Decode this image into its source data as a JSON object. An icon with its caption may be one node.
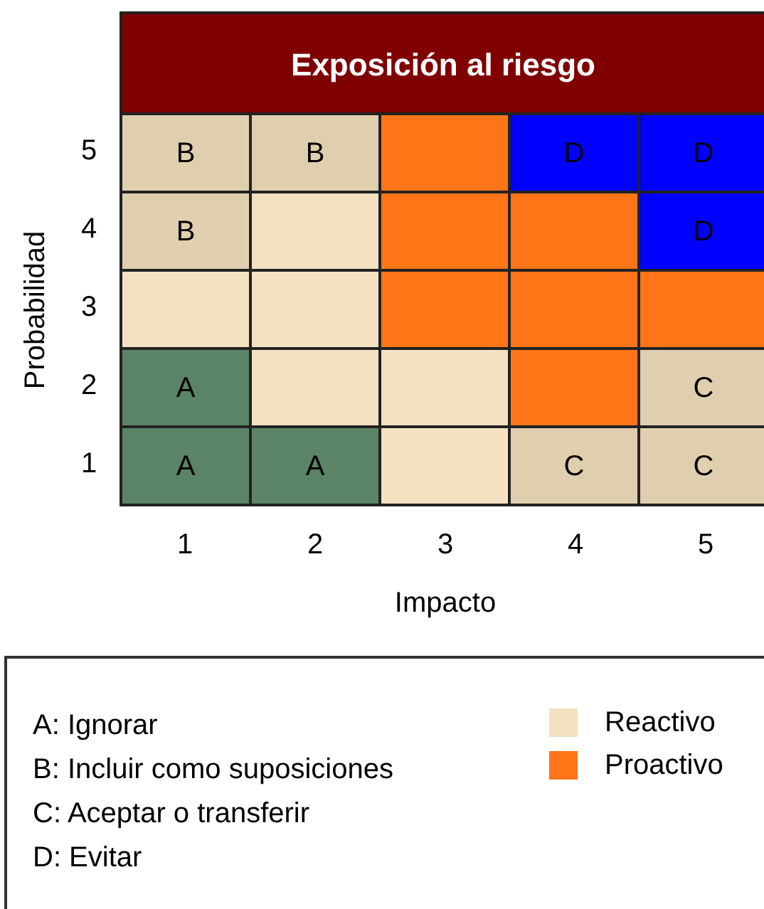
{
  "diagram": {
    "title": "Exposición al riesgo",
    "nodes": [
      {
        "text": [
          "B"
        ]
      },
      {
        "text": [
          "B"
        ]
      },
      {
        "text": [],
        "shape": "box"
      },
      {
        "text": [
          "D"
        ]
      },
      {
        "text": [
          "D"
        ]
      },
      {
        "text": [
          "B"
        ]
      },
      {
        "text": [],
        "shape": "box"
      },
      {
        "text": [],
        "shape": "box"
      },
      {
        "text": [],
        "shape": "box"
      },
      {
        "text": [
          "D"
        ]
      },
      {
        "text": [],
        "shape": "box"
      },
      {
        "text": [],
        "shape": "box"
      },
      {
        "text": [],
        "shape": "box"
      },
      {
        "text": [],
        "shape": "box"
      },
      {
        "text": [],
        "shape": "box"
      },
      {
        "text": [
          "A"
        ]
      },
      {
        "text": [],
        "shape": "box"
      },
      {
        "text": [],
        "shape": "box"
      },
      {
        "text": [],
        "shape": "box"
      },
      {
        "text": [
          "C"
        ]
      },
      {
        "text": [
          "A"
        ]
      },
      {
        "text": [
          "A"
        ]
      },
      {
        "text": [],
        "shape": "box"
      },
      {
        "text": [
          "C"
        ]
      },
      {
        "text": [
          "C"
        ]
      }
    ],
    "labels": [
      "5",
      "4",
      "3",
      "2",
      "1",
      "Probabilidad",
      "1",
      "2",
      "3",
      "4",
      "5",
      "Impacto",
      "A: Ignorar",
      "B: Incluir como suposiciones",
      "C: Aceptar o transferir",
      "D: Evitar"
    ],
    "legend": [
      {
        "text": "Reactivo",
        "color": "#f3e1c2"
      },
      {
        "text": "Proactivo",
        "color": "#ff7518"
      }
    ]
  }
}
